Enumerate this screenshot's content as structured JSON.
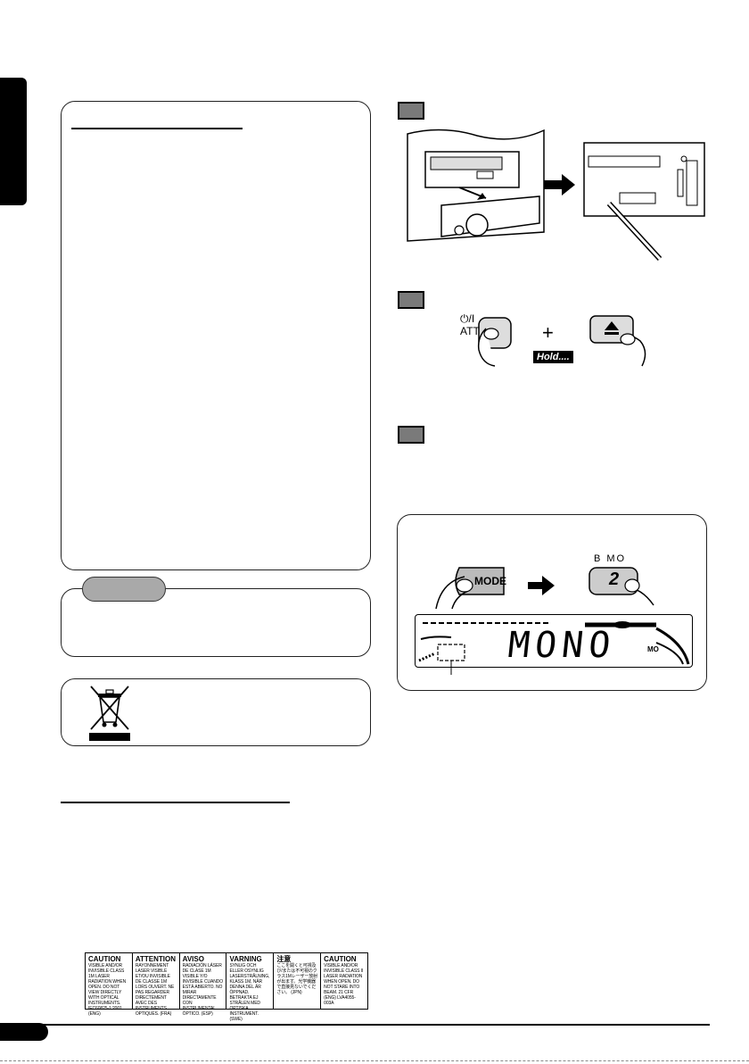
{
  "diagram": {
    "button_power_label": "⏻/I\nATT",
    "plus_sign": "+",
    "hold_label": "Hold....",
    "button_mode_label": "MODE",
    "button_2_top_label": "B MO",
    "button_2_number": "2",
    "display_text": "MONO",
    "display_small_indicator": "MO"
  },
  "warning_label": {
    "columns": [
      {
        "head": "CAUTION",
        "body": "VISIBLE AND/OR INVISIBLE CLASS 1M LASER RADIATION WHEN OPEN. DO NOT VIEW DIRECTLY WITH OPTICAL INSTRUMENTS. IEC60825-1:2001 (ENG)"
      },
      {
        "head": "ATTENTION",
        "body": "RAYONNEMENT LASER VISIBLE ET/OU INVISIBLE DE CLASSE 1M LORS OUVERT. NE PAS REGARDER DIRECTEMENT AVEC DES INSTRUMENTS OPTIQUES. (FRA)"
      },
      {
        "head": "AVISO",
        "body": "RADIACIÓN LÁSER DE CLASE 1M VISIBLE Y/O INVISIBLE CUANDO ESTÁ ABIERTO. NO MIRAR DIRECTAMENTE CON INSTRUMENTAL ÓPTICO. (ESP)"
      },
      {
        "head": "VARNING",
        "body": "SYNLIG OCH ELLER OSYNLIG LASERSTRÅLNING, KLASS 1M, NÄR DENNA DEL ÄR ÖPPNAD. BETRAKTA EJ STRÅLEN MED OPTISKA INSTRUMENT. (SWE)"
      },
      {
        "head": "注意",
        "body": "ここを開くと可視及び/または不可視のクラス1Mレーザー放射が出ます。光学機器で直接見ないでください。 (JPN)"
      },
      {
        "head": "CAUTION",
        "body": "VISIBLE AND/OR INVISIBLE CLASS II LASER RADIATION WHEN OPEN. DO NOT STARE INTO BEAM. 21 CFR (ENG) LVA4055-003A"
      }
    ]
  }
}
